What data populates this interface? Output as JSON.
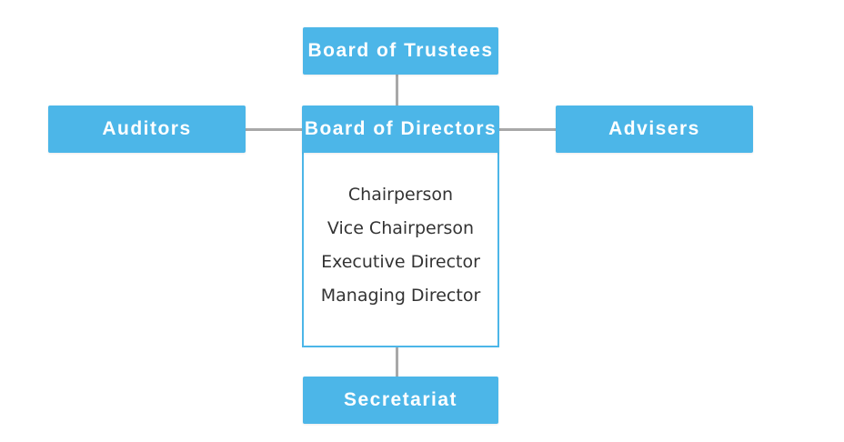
{
  "colors": {
    "node_fill": "#4cb6e8",
    "node_text": "#ffffff",
    "connector": "#a8a8a8",
    "role_text": "#333333"
  },
  "nodes": {
    "trustees": "Board of Trustees",
    "directors": "Board of Directors",
    "auditors": "Auditors",
    "advisers": "Advisers",
    "secretariat": "Secretariat"
  },
  "directors_roles": [
    "Chairperson",
    "Vice Chairperson",
    "Executive Director",
    "Managing Director"
  ]
}
